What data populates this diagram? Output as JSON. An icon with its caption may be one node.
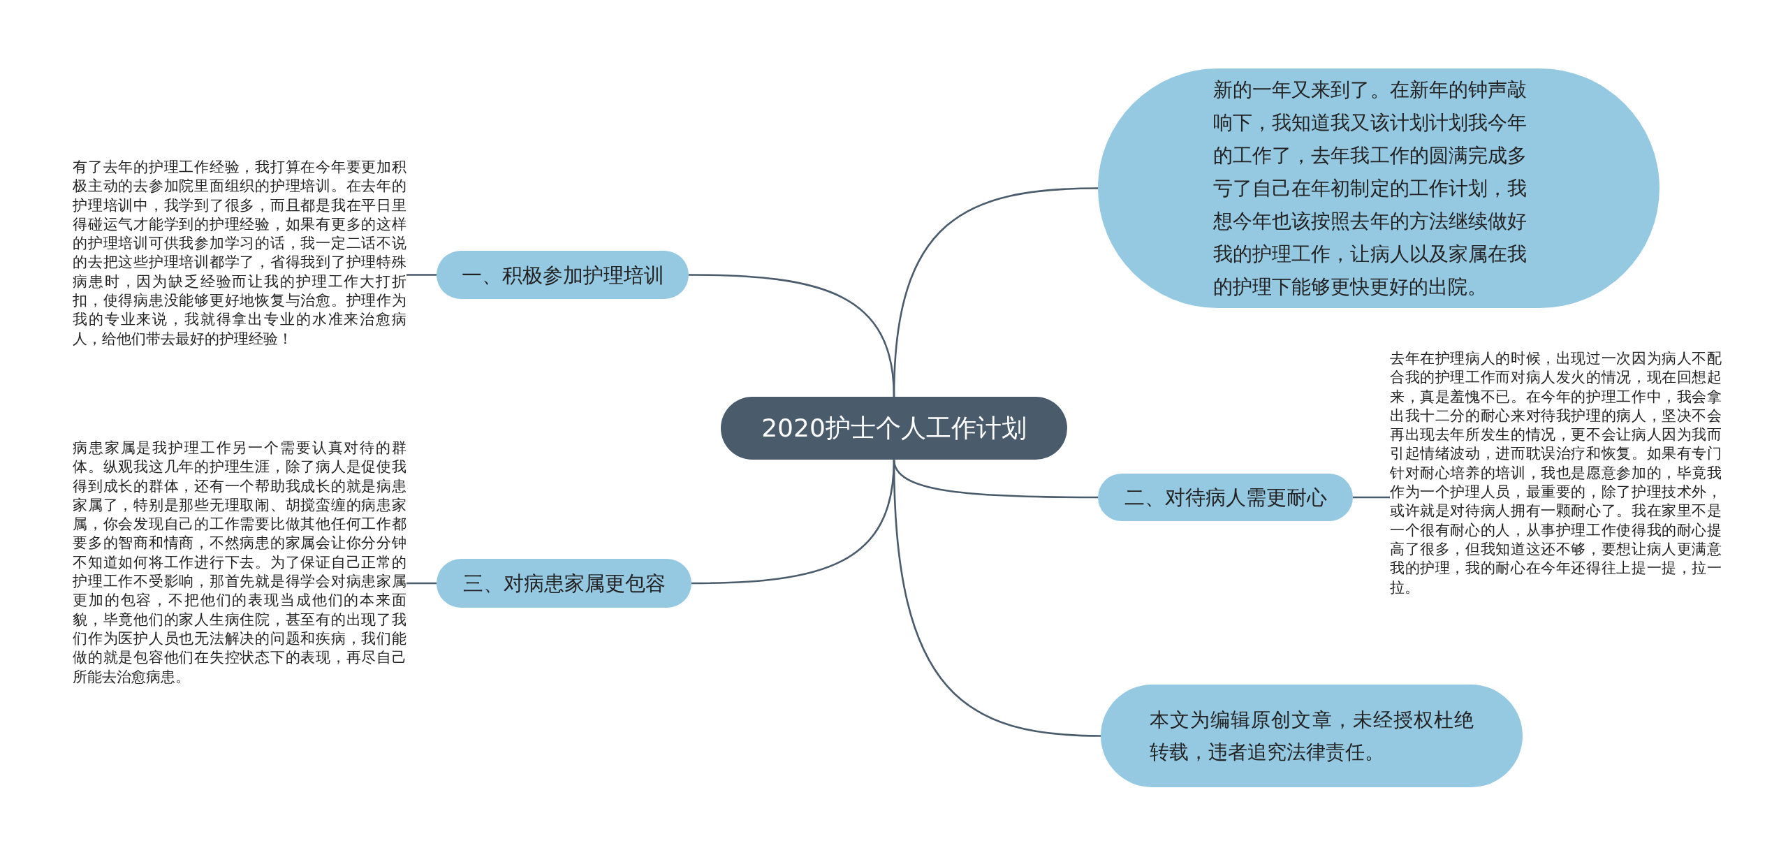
{
  "diagram": {
    "nodes": [
      {
        "text": [
          "2020护士个人工作计划"
        ]
      },
      {
        "text": [
          "新的一年又来到了。在新年的钟声敲响下，我知道我又该计划计划我今年的工作了，去年我工作的圆满完成多亏了自己在年初制定的工作计划，我想今年也该按照去年的方法继续做好我的护理工作，让病人以及家属在我的护理下能够更快更好的出院。"
        ]
      },
      {
        "text": [
          "二、对待病人需更耐心"
        ]
      },
      {
        "text": [
          "去年在护理病人的时候，出现过一次因为病人不配合我的护理工作而对病人发火的情况，现在回想起来，真是羞愧不已。在今年的护理工作中，我会拿出我十二分的耐心来对待我护理的病人，坚决不会再出现去年所发生的情况，更不会让病人因为我而引起情绪波动，进而耽误治疗和恢复。如果有专门针对耐心培养的培训，我也是愿意参加的，毕竟我作为一个护理人员，最重要的，除了护理技术外，或许就是对待病人拥有一颗耐心了。我在家里不是一个很有耐心的人，从事护理工作使得我的耐心提高了很多，但我知道这还不够，要想让病人更满意我的护理，我的耐心在今年还得往上提一提，拉一拉。"
        ]
      },
      {
        "text": [
          "本文为编辑原创文章，未经授权杜绝转载，违者追究法律责任。"
        ]
      },
      {
        "text": [
          "一、积极参加护理培训"
        ]
      },
      {
        "text": [
          "有了去年的护理工作经验，我打算在今年要更加积极主动的去参加院里面组织的护理培训。在去年的护理培训中，我学到了很多，而且都是我在平日里得碰运气才能学到的护理经验，如果有更多的这样的护理培训可供我参加学习的话，我一定二话不说的去把这些护理培训都学了，省得我到了护理特殊病患时，因为缺乏经验而让我的护理工作大打折扣，使得病患没能够更好地恢复与治愈。护理作为我的专业来说，我就得拿出专业的水准来治愈病人，给他们带去最好的护理经验！"
        ]
      },
      {
        "text": [
          "三、对病患家属更包容"
        ]
      },
      {
        "text": [
          "病患家属是我护理工作另一个需要认真对待的群体。纵观我这几年的护理生涯，除了病人是促使我得到成长的群体，还有一个帮助我成长的就是病患家属了，特别是那些无理取闹、胡搅蛮缠的病患家属，你会发现自己的工作需要比做其他任何工作都要多的智商和情商，不然病患的家属会让你分分钟不知道如何将工作进行下去。为了保证自己正常的护理工作不受影响，那首先就是得学会对病患家属更加的包容，不把他们的表现当成他们的本来面貌，毕竟他们的家人生病住院，甚至有的出现了我们作为医护人员也无法解决的问题和疾病，我们能做的就是包容他们在失控状态下的表现，再尽自己所能去治愈病患。"
        ]
      }
    ],
    "edges": [
      {
        "from": 0,
        "to": 1,
        "arrow": "none"
      },
      {
        "from": 0,
        "to": 2,
        "arrow": "none"
      },
      {
        "from": 0,
        "to": 4,
        "arrow": "none"
      },
      {
        "from": 0,
        "to": 5,
        "arrow": "none"
      },
      {
        "from": 0,
        "to": 7,
        "arrow": "none"
      },
      {
        "from": 2,
        "to": 3,
        "arrow": "none"
      },
      {
        "from": 5,
        "to": 6,
        "arrow": "none"
      },
      {
        "from": 7,
        "to": 8,
        "arrow": "none"
      }
    ]
  }
}
